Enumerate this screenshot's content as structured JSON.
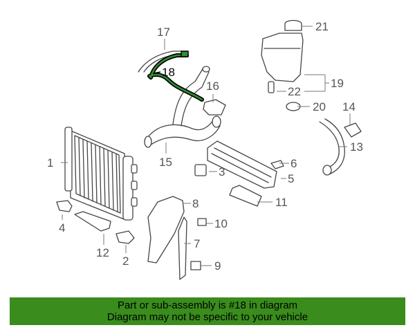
{
  "callouts": {
    "c1": "1",
    "c2": "2",
    "c3": "3",
    "c4": "4",
    "c5": "5",
    "c6": "6",
    "c7": "7",
    "c8": "8",
    "c9": "9",
    "c10": "10",
    "c11": "11",
    "c12": "12",
    "c13": "13",
    "c14": "14",
    "c15": "15",
    "c16": "16",
    "c17": "17",
    "c18": "18",
    "c19": "19",
    "c20": "20",
    "c21": "21",
    "c22": "22"
  },
  "highlight": {
    "part": "18",
    "color": "#2f8f2f"
  },
  "notice": {
    "line1": "Part or sub-assembly is #18 in diagram",
    "line2": "Diagram may not be specific to your vehicle",
    "background": "#3a8c1c"
  }
}
